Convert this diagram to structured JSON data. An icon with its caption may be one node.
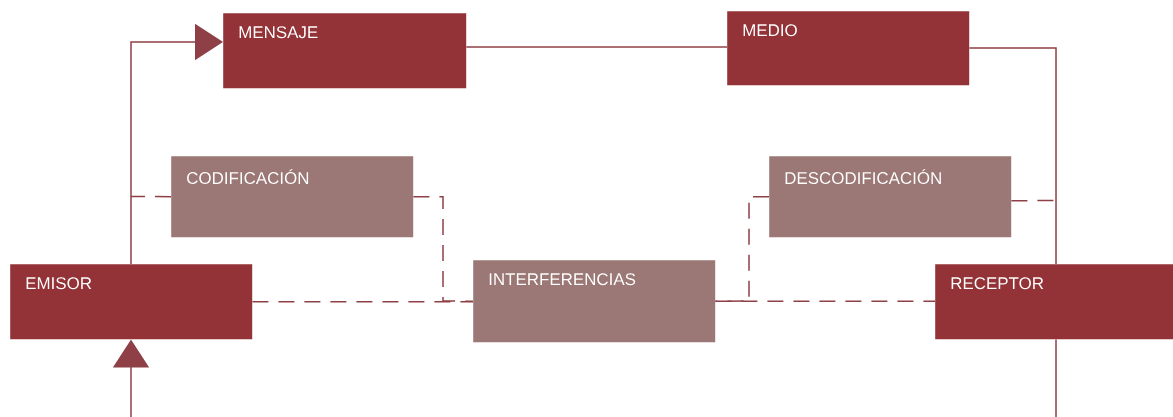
{
  "diagram": {
    "nodes": [
      {
        "text": [
          "MENSAJE"
        ]
      },
      {
        "text": [
          "MEDIO"
        ]
      },
      {
        "text": [
          "CODIFICACIÓN"
        ]
      },
      {
        "text": [
          "DESCODIFICACIÓN"
        ]
      },
      {
        "text": [
          "EMISOR"
        ]
      },
      {
        "text": [
          "INTERFERENCIAS"
        ]
      },
      {
        "text": [
          "RECEPTOR"
        ]
      }
    ],
    "edges": [
      {
        "from": 4,
        "to": 0,
        "arrow": "to"
      },
      {
        "from": 0,
        "to": 1,
        "arrow": "none"
      },
      {
        "from": 1,
        "to": 6,
        "arrow": "none"
      },
      {
        "from": null,
        "to": 4,
        "arrow": "to"
      },
      {
        "from": 6,
        "to": null,
        "arrow": "none"
      },
      {
        "from": 4,
        "to": 5,
        "arrow": "none",
        "style": "dashed"
      },
      {
        "from": 2,
        "to": 5,
        "arrow": "none",
        "style": "dashed"
      },
      {
        "from": 5,
        "to": 6,
        "arrow": "none",
        "style": "dashed"
      },
      {
        "from": 3,
        "to": 5,
        "arrow": "none",
        "style": "dashed"
      },
      {
        "from": 2,
        "to": null,
        "arrow": "none",
        "style": "dashed"
      },
      {
        "from": 3,
        "to": null,
        "arrow": "none",
        "style": "dashed"
      }
    ]
  }
}
